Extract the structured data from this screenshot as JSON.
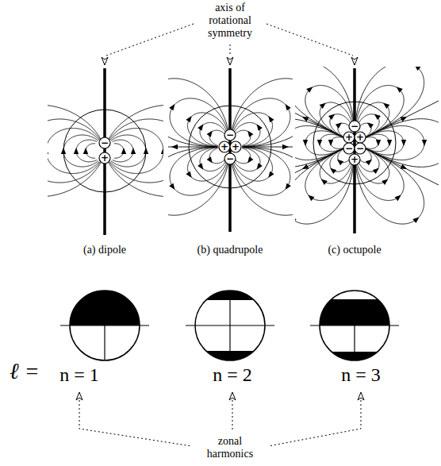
{
  "diagram": {
    "labels": [
      "axis of rotational symmetry",
      "−",
      "+",
      "−",
      "+",
      "+",
      "−",
      "−",
      "+",
      "+",
      "−",
      "−",
      "+",
      "(a) dipole",
      "(b) quadrupole",
      "(c) octupole",
      "ℓ =",
      "n = 1",
      "n = 2",
      "n = 3",
      "zonal harmonics"
    ]
  }
}
